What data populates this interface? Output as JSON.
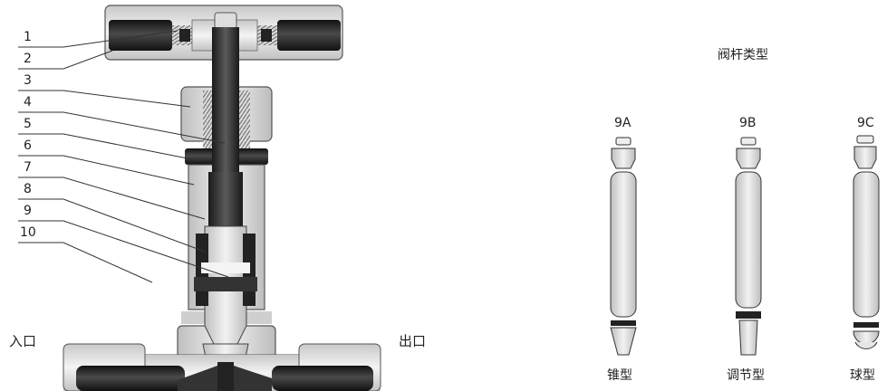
{
  "callouts": [
    "1",
    "2",
    "3",
    "4",
    "5",
    "6",
    "7",
    "8",
    "9",
    "10"
  ],
  "port_in": "入口",
  "port_out": "出口",
  "stem_section_title": "阀杆类型",
  "stems": [
    {
      "code": "9A",
      "name": "锥型"
    },
    {
      "code": "9B",
      "name": "调节型"
    },
    {
      "code": "9C",
      "name": "球型"
    }
  ]
}
